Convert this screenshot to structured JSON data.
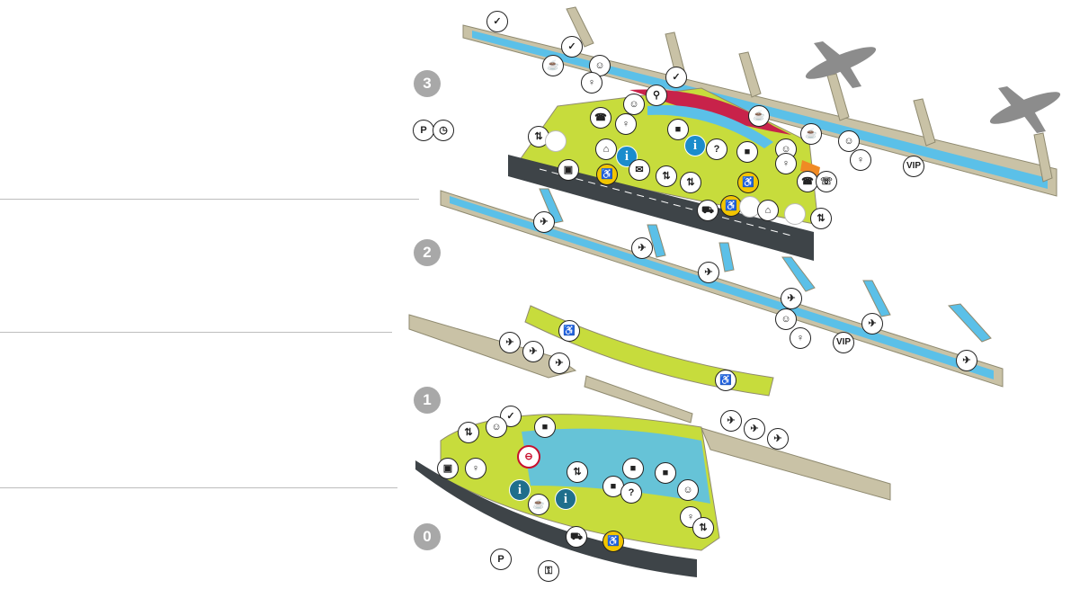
{
  "levels": [
    {
      "id": "3",
      "label": "3"
    },
    {
      "id": "2",
      "label": "2"
    },
    {
      "id": "1",
      "label": "1"
    },
    {
      "id": "0",
      "label": "0"
    }
  ],
  "legend": {
    "parking_short_term": {
      "label": "P",
      "icon": "parking-clock-icon"
    },
    "parking": {
      "label": "P",
      "icon": "parking-icon"
    },
    "car_rental": {
      "icon": "car-key-icon"
    }
  },
  "markers": {
    "vip_label": "VIP",
    "info_label": "i"
  },
  "colors": {
    "floor_green": "#c7dc3c",
    "gates_blue": "#5bc0e8",
    "structure_tan": "#c9c2a6",
    "shops_red": "#c8224a",
    "road_dark": "#3e4448",
    "accent_orange": "#f08a24",
    "wheelchair_yellow": "#f2c500",
    "info_blue": "#1b8ccc"
  }
}
